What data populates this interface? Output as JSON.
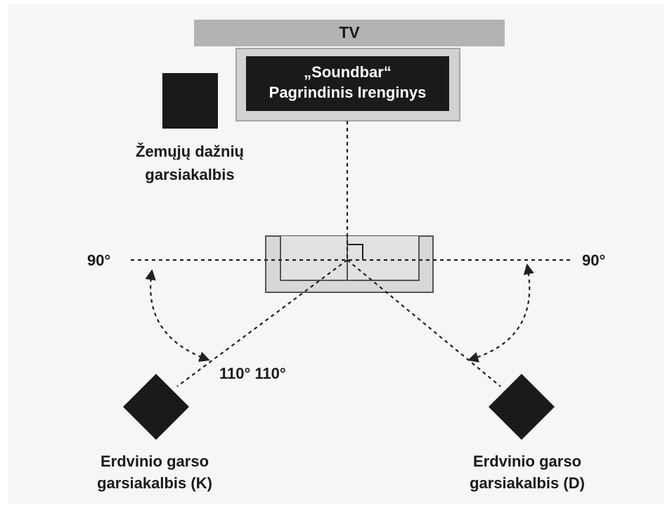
{
  "tv": {
    "label": "TV"
  },
  "soundbar": {
    "line1": "„Soundbar“",
    "line2": "Pagrindinis Irenginys"
  },
  "subwoofer": {
    "line1": "Žemųjų dažnių",
    "line2": "garsiakalbis"
  },
  "angles": {
    "left_90": "90°",
    "right_90": "90°",
    "pair_110": "110° 110°"
  },
  "left_speaker": {
    "line1": "Erdvinio garso",
    "line2": "garsiakalbis (K)"
  },
  "right_speaker": {
    "line1": "Erdvinio garso",
    "line2": "garsiakalbis (D)"
  },
  "colors": {
    "panel": "#f6f6f6",
    "tv_bar": "#b3b3b3",
    "soundbar_frame": "#d2d2d2",
    "device": "#1a1a1a",
    "listener_area": "#d7d7d7",
    "line": "#222222"
  }
}
